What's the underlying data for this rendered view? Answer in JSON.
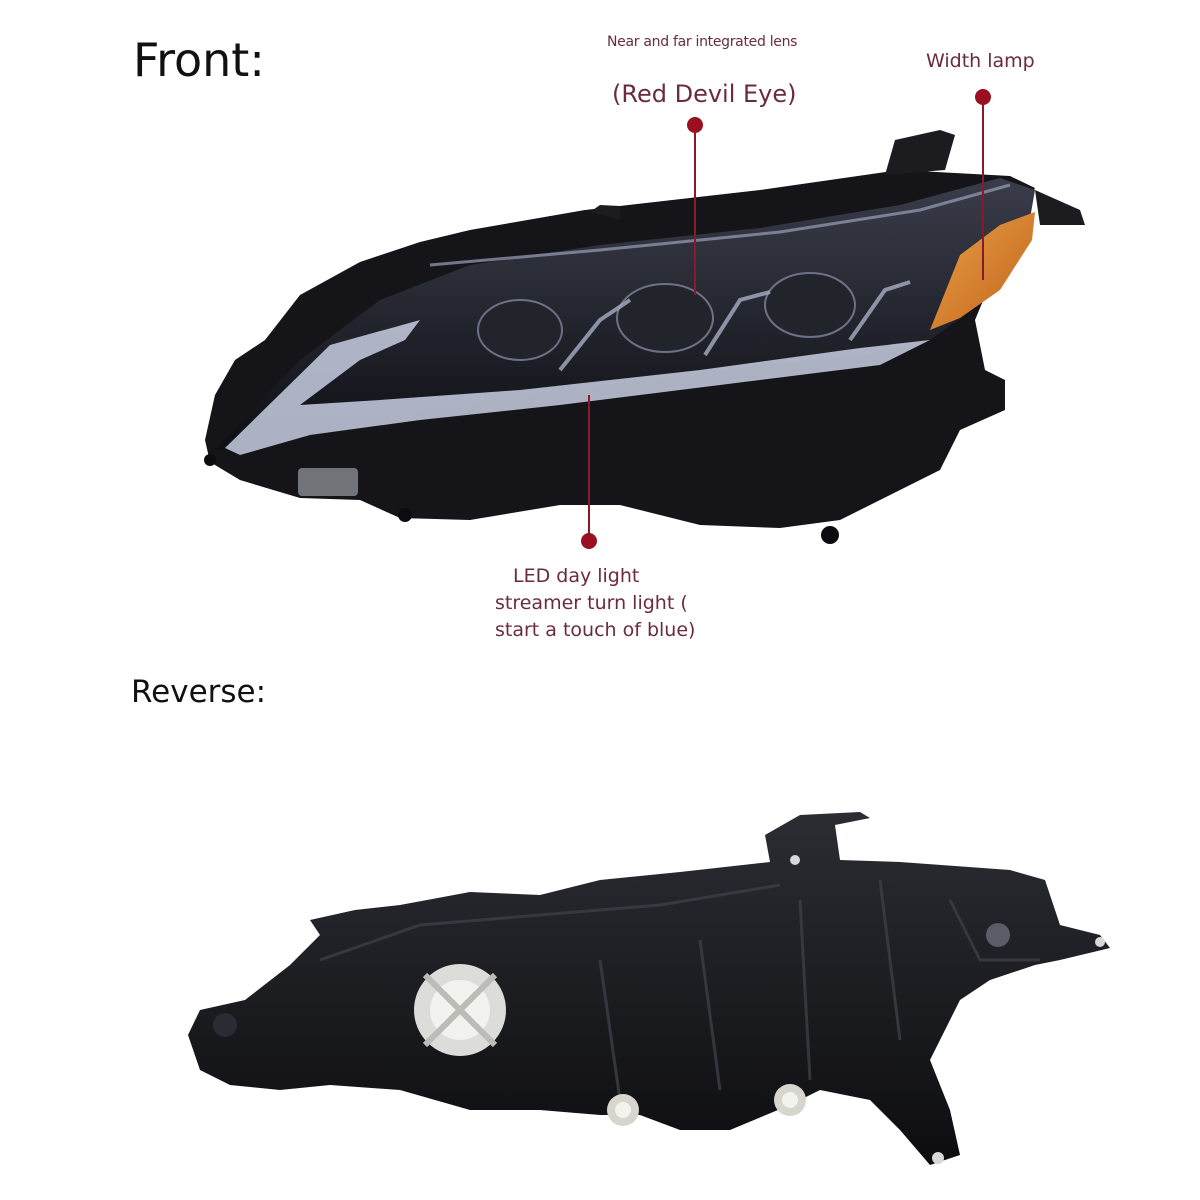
{
  "headings": {
    "front": "Front:",
    "reverse": "Reverse:"
  },
  "callouts": {
    "lens_caption": "Near and far integrated lens",
    "lens_name": "(Red Devil Eye)",
    "width_lamp": "Width lamp",
    "led_line1": "LED day light",
    "led_line2": "streamer turn light (",
    "led_line3": "start a touch of blue)"
  },
  "colors": {
    "callout_text": "#6b2b3f",
    "marker": "#9b1020",
    "housing": "#16161c",
    "amber": "#d77a1e",
    "drl": "#bfc6dc"
  }
}
